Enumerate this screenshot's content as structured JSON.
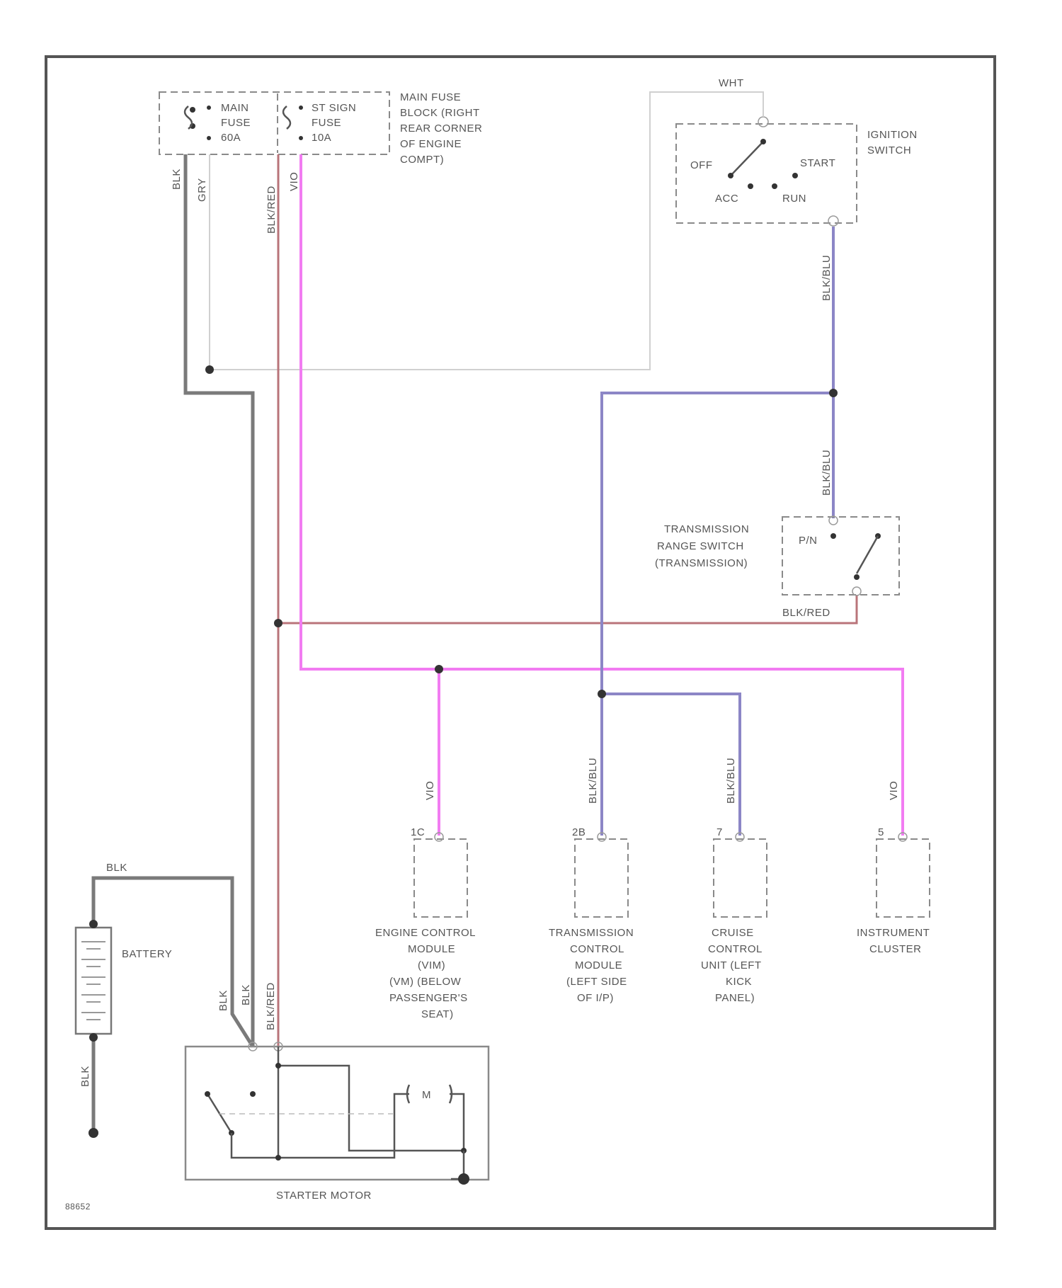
{
  "fuse_block": {
    "fuse1": [
      "MAIN",
      "FUSE",
      "60A"
    ],
    "fuse2": [
      "ST SIGN",
      "FUSE",
      "10A"
    ],
    "label": [
      "MAIN FUSE",
      "BLOCK (RIGHT",
      "REAR CORNER",
      "OF ENGINE",
      "COMPT)"
    ]
  },
  "ignition_switch": {
    "label": [
      "IGNITION",
      "SWITCH"
    ],
    "positions": {
      "off": "OFF",
      "acc": "ACC",
      "run": "RUN",
      "start": "START"
    }
  },
  "range_switch": {
    "label": [
      "TRANSMISSION",
      "RANGE SWITCH",
      "(TRANSMISSION)"
    ],
    "position": "P/N"
  },
  "battery": {
    "label": "BATTERY"
  },
  "starter": {
    "label": "STARTER MOTOR",
    "motor": "M"
  },
  "modules": [
    {
      "pin": "1C",
      "wire": "VIO",
      "label": [
        "ENGINE CONTROL",
        "MODULE",
        "(VIM)",
        "(VM) (BELOW",
        "PASSENGER'S",
        "SEAT)"
      ]
    },
    {
      "pin": "2B",
      "wire": "BLK/BLU",
      "label": [
        "TRANSMISSION",
        "CONTROL",
        "MODULE",
        "(LEFT SIDE",
        "OF I/P)"
      ]
    },
    {
      "pin": "7",
      "wire": "BLK/BLU",
      "label": [
        "CRUISE",
        "CONTROL",
        "UNIT (LEFT",
        "KICK",
        "PANEL)"
      ]
    },
    {
      "pin": "5",
      "wire": "VIO",
      "label": [
        "INSTRUMENT",
        "CLUSTER"
      ]
    }
  ],
  "wire_labels": {
    "blk": "BLK",
    "gry": "GRY",
    "blk_red": "BLK/RED",
    "vio": "VIO",
    "wht": "WHT",
    "blk_blu": "BLK/BLU"
  },
  "figure_id": "88652",
  "colors": {
    "black_wire": "#7a7a7a",
    "black_red_wire": "#b9747a",
    "violet_wire": "#f27cf2",
    "black_blue_wire": "#8c86c6",
    "white_wire": "#d0d0d0"
  }
}
